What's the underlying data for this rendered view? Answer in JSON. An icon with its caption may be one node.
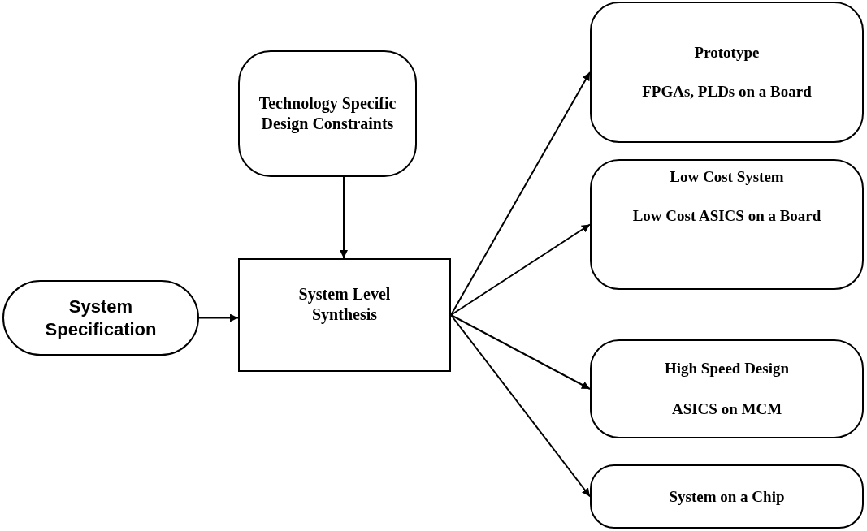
{
  "diagram": {
    "nodes": [
      {
        "text": [
          "System Specification"
        ]
      },
      {
        "text": [
          "Technology Specific Design Constraints"
        ]
      },
      {
        "text": [
          "System Level Synthesis"
        ]
      },
      {
        "text": [
          "Prototype",
          "FPGAs, PLDs on a Board"
        ]
      },
      {
        "text": [
          "Low Cost System",
          "Low Cost ASICS on a Board"
        ]
      },
      {
        "text": [
          "High Speed Design",
          "ASICS on MCM"
        ]
      },
      {
        "text": [
          "System on a Chip"
        ]
      }
    ],
    "edges": [
      {
        "from": 0,
        "to": 2,
        "arrow": "to"
      },
      {
        "from": 1,
        "to": 2,
        "arrow": "to"
      },
      {
        "from": 2,
        "to": 3,
        "arrow": "to"
      },
      {
        "from": 2,
        "to": 4,
        "arrow": "to"
      },
      {
        "from": 2,
        "to": 5,
        "arrow": "to"
      },
      {
        "from": 2,
        "to": 6,
        "arrow": "to"
      }
    ]
  }
}
